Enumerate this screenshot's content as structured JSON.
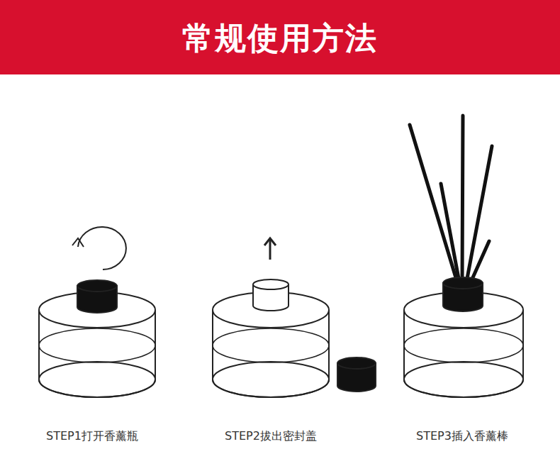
{
  "diagram": {
    "title": "常规使用方法",
    "labels": [
      "STEP1打开香薰瓶",
      "STEP2拔出密封盖",
      "STEP3插入香薰棒"
    ]
  }
}
